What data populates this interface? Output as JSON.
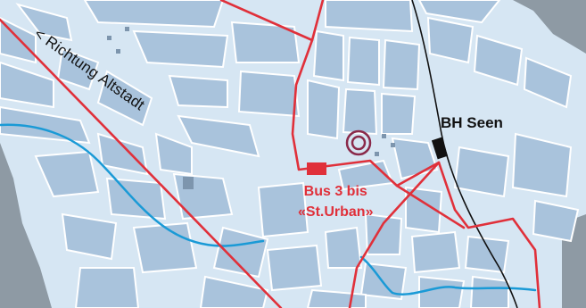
{
  "map": {
    "road_label": "< Richtung Altstadt",
    "station_label": "BH Seen",
    "bus_label_line1": "Bus 3 bis",
    "bus_label_line2": "«St.Urban»"
  },
  "colors": {
    "background": "#d6e6f3",
    "block": "#a9c3dc",
    "block_edge": "#ffffff",
    "route": "#e0303a",
    "water": "#1a9ad6",
    "railway": "#111111",
    "terrain": "#8e9aa4",
    "target_marker": "#8a2a4a"
  },
  "icons": [
    "bus-stop-icon",
    "train-station-icon",
    "target-location-icon"
  ]
}
